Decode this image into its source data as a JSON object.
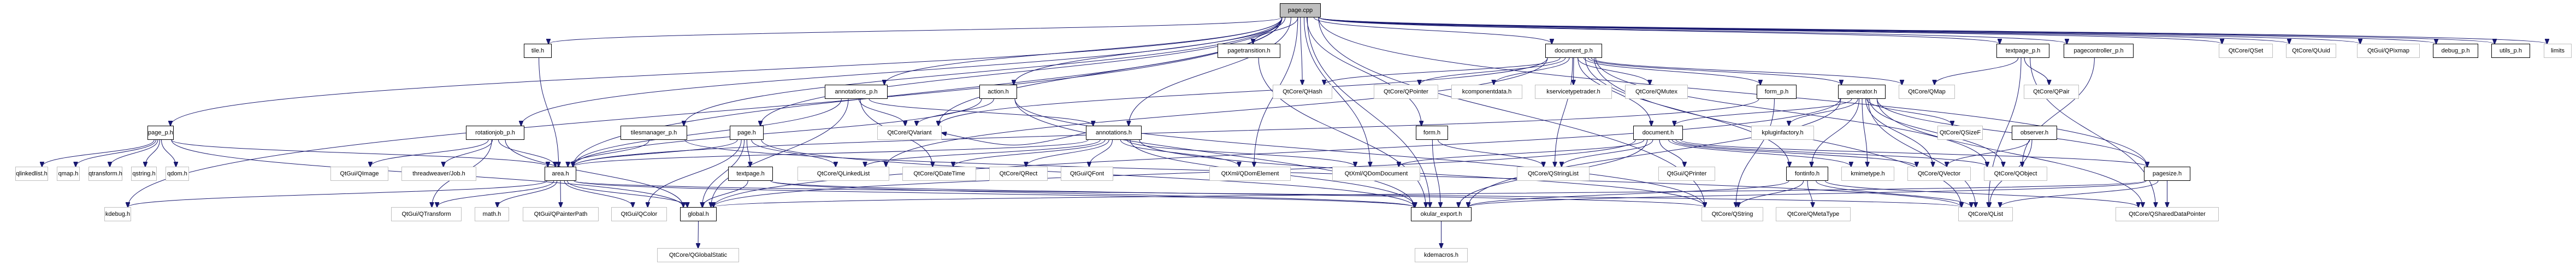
{
  "graph": {
    "title": "page.cpp",
    "edge_color": "#191970",
    "root_fill": "#bfbfbf",
    "local_border": "#000000",
    "external_border": "#bfbfbf",
    "nodes": [
      {
        "id": "page_cpp",
        "label": "page.cpp",
        "kind": "root"
      },
      {
        "id": "tile_h",
        "label": "tile.h",
        "kind": "local"
      },
      {
        "id": "pagetransition_h",
        "label": "pagetransition.h",
        "kind": "local"
      },
      {
        "id": "document_p_h",
        "label": "document_p.h",
        "kind": "local"
      },
      {
        "id": "textpage_p_h",
        "label": "textpage_p.h",
        "kind": "local"
      },
      {
        "id": "pagecontroller_p_h",
        "label": "pagecontroller_p.h",
        "kind": "local"
      },
      {
        "id": "QSet",
        "label": "QtCore/QSet",
        "kind": "external"
      },
      {
        "id": "QUuid",
        "label": "QtCore/QUuid",
        "kind": "external"
      },
      {
        "id": "QPixmap",
        "label": "QtGui/QPixmap",
        "kind": "external"
      },
      {
        "id": "debug_p_h",
        "label": "debug_p.h",
        "kind": "local"
      },
      {
        "id": "utils_p_h",
        "label": "utils_p.h",
        "kind": "local"
      },
      {
        "id": "limits",
        "label": "limits",
        "kind": "external"
      },
      {
        "id": "annotations_p_h",
        "label": "annotations_p.h",
        "kind": "local"
      },
      {
        "id": "action_h",
        "label": "action.h",
        "kind": "local"
      },
      {
        "id": "QHash",
        "label": "QtCore/QHash",
        "kind": "external"
      },
      {
        "id": "QPointer",
        "label": "QtCore/QPointer",
        "kind": "external"
      },
      {
        "id": "kcomponentdata_h",
        "label": "kcomponentdata.h",
        "kind": "external"
      },
      {
        "id": "kservicetypetrader_h",
        "label": "kservicetypetrader.h",
        "kind": "external"
      },
      {
        "id": "QMutex",
        "label": "QtCore/QMutex",
        "kind": "external"
      },
      {
        "id": "form_p_h",
        "label": "form_p.h",
        "kind": "local"
      },
      {
        "id": "generator_h",
        "label": "generator.h",
        "kind": "local"
      },
      {
        "id": "QMap",
        "label": "QtCore/QMap",
        "kind": "external"
      },
      {
        "id": "QPair",
        "label": "QtCore/QPair",
        "kind": "external"
      },
      {
        "id": "page_p_h",
        "label": "page_p.h",
        "kind": "local"
      },
      {
        "id": "rotationjob_p_h",
        "label": "rotationjob_p.h",
        "kind": "local"
      },
      {
        "id": "tilesmanager_p_h",
        "label": "tilesmanager_p.h",
        "kind": "local"
      },
      {
        "id": "page_h",
        "label": "page.h",
        "kind": "local"
      },
      {
        "id": "QVariant",
        "label": "QtCore/QVariant",
        "kind": "external"
      },
      {
        "id": "annotations_h",
        "label": "annotations.h",
        "kind": "local"
      },
      {
        "id": "form_h",
        "label": "form.h",
        "kind": "local"
      },
      {
        "id": "document_h",
        "label": "document.h",
        "kind": "local"
      },
      {
        "id": "kpluginfactory_h",
        "label": "kpluginfactory.h",
        "kind": "external"
      },
      {
        "id": "QSizeF",
        "label": "QtCore/QSizeF",
        "kind": "external"
      },
      {
        "id": "observer_h",
        "label": "observer.h",
        "kind": "local"
      },
      {
        "id": "qlinkedlist_h",
        "label": "qlinkedlist.h",
        "kind": "external"
      },
      {
        "id": "qmap_h",
        "label": "qmap.h",
        "kind": "external"
      },
      {
        "id": "qtransform_h",
        "label": "qtransform.h",
        "kind": "external"
      },
      {
        "id": "qstring_h",
        "label": "qstring.h",
        "kind": "external"
      },
      {
        "id": "qdom_h",
        "label": "qdom.h",
        "kind": "external"
      },
      {
        "id": "QImage",
        "label": "QtGui/QImage",
        "kind": "external"
      },
      {
        "id": "threadweaver_Job_h",
        "label": "threadweaver/Job.h",
        "kind": "external"
      },
      {
        "id": "area_h",
        "label": "area.h",
        "kind": "local"
      },
      {
        "id": "textpage_h",
        "label": "textpage.h",
        "kind": "local"
      },
      {
        "id": "QLinkedList",
        "label": "QtCore/QLinkedList",
        "kind": "external"
      },
      {
        "id": "QDateTime",
        "label": "QtCore/QDateTime",
        "kind": "external"
      },
      {
        "id": "QRect",
        "label": "QtCore/QRect",
        "kind": "external"
      },
      {
        "id": "QFont",
        "label": "QtGui/QFont",
        "kind": "external"
      },
      {
        "id": "QDomElement",
        "label": "QtXml/QDomElement",
        "kind": "external"
      },
      {
        "id": "QDomDocument",
        "label": "QtXml/QDomDocument",
        "kind": "external"
      },
      {
        "id": "QStringList",
        "label": "QtCore/QStringList",
        "kind": "external"
      },
      {
        "id": "QPrinter",
        "label": "QtGui/QPrinter",
        "kind": "external"
      },
      {
        "id": "fontinfo_h",
        "label": "fontinfo.h",
        "kind": "local"
      },
      {
        "id": "kmimetype_h",
        "label": "kmimetype.h",
        "kind": "external"
      },
      {
        "id": "QVector",
        "label": "QtCore/QVector",
        "kind": "external"
      },
      {
        "id": "QObject",
        "label": "QtCore/QObject",
        "kind": "external"
      },
      {
        "id": "pagesize_h",
        "label": "pagesize.h",
        "kind": "local"
      },
      {
        "id": "kdebug_h",
        "label": "kdebug.h",
        "kind": "external"
      },
      {
        "id": "QTransform",
        "label": "QtGui/QTransform",
        "kind": "external"
      },
      {
        "id": "math_h",
        "label": "math.h",
        "kind": "external"
      },
      {
        "id": "QPainterPath",
        "label": "QtGui/QPainterPath",
        "kind": "external"
      },
      {
        "id": "QColor",
        "label": "QtGui/QColor",
        "kind": "external"
      },
      {
        "id": "global_h",
        "label": "global.h",
        "kind": "local"
      },
      {
        "id": "okular_export_h",
        "label": "okular_export.h",
        "kind": "local"
      },
      {
        "id": "QString",
        "label": "QtCore/QString",
        "kind": "external"
      },
      {
        "id": "QMetaType",
        "label": "QtCore/QMetaType",
        "kind": "external"
      },
      {
        "id": "QList",
        "label": "QtCore/QList",
        "kind": "external"
      },
      {
        "id": "QSharedDataPointer",
        "label": "QtCore/QSharedDataPointer",
        "kind": "external"
      },
      {
        "id": "QGlobalStatic",
        "label": "QtCore/QGlobalStatic",
        "kind": "external"
      },
      {
        "id": "kdemacros_h",
        "label": "kdemacros.h",
        "kind": "external"
      }
    ],
    "edges": [
      [
        "page_cpp",
        "tile_h"
      ],
      [
        "page_cpp",
        "pagetransition_h"
      ],
      [
        "page_cpp",
        "document_p_h"
      ],
      [
        "page_cpp",
        "textpage_p_h"
      ],
      [
        "page_cpp",
        "pagecontroller_p_h"
      ],
      [
        "page_cpp",
        "QSet"
      ],
      [
        "page_cpp",
        "QUuid"
      ],
      [
        "page_cpp",
        "QPixmap"
      ],
      [
        "page_cpp",
        "debug_p_h"
      ],
      [
        "page_cpp",
        "utils_p_h"
      ],
      [
        "page_cpp",
        "limits"
      ],
      [
        "page_cpp",
        "annotations_p_h"
      ],
      [
        "page_cpp",
        "action_h"
      ],
      [
        "page_cpp",
        "QHash"
      ],
      [
        "page_cpp",
        "page_p_h"
      ],
      [
        "page_cpp",
        "rotationjob_p_h"
      ],
      [
        "page_cpp",
        "tilesmanager_p_h"
      ],
      [
        "page_cpp",
        "page_h"
      ],
      [
        "page_cpp",
        "QVariant"
      ],
      [
        "page_cpp",
        "annotations_h"
      ],
      [
        "page_cpp",
        "form_h"
      ],
      [
        "page_cpp",
        "area_h"
      ],
      [
        "page_cpp",
        "QDomElement"
      ],
      [
        "page_cpp",
        "QDomDocument"
      ],
      [
        "page_cpp",
        "kdebug_h"
      ],
      [
        "page_cpp",
        "pagesize_h"
      ],
      [
        "page_cpp",
        "QString"
      ],
      [
        "page_cpp",
        "okular_export_h"
      ],
      [
        "tile_h",
        "area_h"
      ],
      [
        "pagetransition_h",
        "okular_export_h"
      ],
      [
        "document_p_h",
        "QHash"
      ],
      [
        "document_p_h",
        "QPointer"
      ],
      [
        "document_p_h",
        "kcomponentdata_h"
      ],
      [
        "document_p_h",
        "kservicetypetrader_h"
      ],
      [
        "document_p_h",
        "QMutex"
      ],
      [
        "document_p_h",
        "form_p_h"
      ],
      [
        "document_p_h",
        "generator_h"
      ],
      [
        "document_p_h",
        "QMap"
      ],
      [
        "document_p_h",
        "document_h"
      ],
      [
        "document_p_h",
        "QStringList"
      ],
      [
        "document_p_h",
        "QObject"
      ],
      [
        "document_p_h",
        "fontinfo_h"
      ],
      [
        "document_p_h",
        "QList"
      ],
      [
        "document_p_h",
        "QVariant"
      ],
      [
        "document_p_h",
        "QLinkedList"
      ],
      [
        "textpage_p_h",
        "QMap"
      ],
      [
        "textpage_p_h",
        "QPair"
      ],
      [
        "textpage_p_h",
        "QList"
      ],
      [
        "textpage_p_h",
        "QSharedDataPointer"
      ],
      [
        "pagecontroller_p_h",
        "QObject"
      ],
      [
        "annotations_p_h",
        "QVariant"
      ],
      [
        "annotations_p_h",
        "annotations_h"
      ],
      [
        "annotations_p_h",
        "area_h"
      ],
      [
        "annotations_p_h",
        "QDateTime"
      ],
      [
        "annotations_p_h",
        "global_h"
      ],
      [
        "action_h",
        "QVariant"
      ],
      [
        "action_h",
        "area_h"
      ],
      [
        "action_h",
        "okular_export_h"
      ],
      [
        "action_h",
        "QString"
      ],
      [
        "form_p_h",
        "QString"
      ],
      [
        "form_p_h",
        "area_h"
      ],
      [
        "generator_h",
        "document_h"
      ],
      [
        "generator_h",
        "kpluginfactory_h"
      ],
      [
        "generator_h",
        "QSizeF"
      ],
      [
        "generator_h",
        "fontinfo_h"
      ],
      [
        "generator_h",
        "kmimetype_h"
      ],
      [
        "generator_h",
        "QVector"
      ],
      [
        "generator_h",
        "QObject"
      ],
      [
        "generator_h",
        "pagesize_h"
      ],
      [
        "generator_h",
        "QList"
      ],
      [
        "generator_h",
        "QSharedDataPointer"
      ],
      [
        "generator_h",
        "okular_export_h"
      ],
      [
        "generator_h",
        "global_h"
      ],
      [
        "page_p_h",
        "qlinkedlist_h"
      ],
      [
        "page_p_h",
        "qmap_h"
      ],
      [
        "page_p_h",
        "qtransform_h"
      ],
      [
        "page_p_h",
        "qstring_h"
      ],
      [
        "page_p_h",
        "qdom_h"
      ],
      [
        "page_p_h",
        "area_h"
      ],
      [
        "page_p_h",
        "global_h"
      ],
      [
        "rotationjob_p_h",
        "QImage"
      ],
      [
        "rotationjob_p_h",
        "threadweaver_Job_h"
      ],
      [
        "rotationjob_p_h",
        "area_h"
      ],
      [
        "rotationjob_p_h",
        "QTransform"
      ],
      [
        "rotationjob_p_h",
        "global_h"
      ],
      [
        "tilesmanager_p_h",
        "area_h"
      ],
      [
        "tilesmanager_p_h",
        "QList"
      ],
      [
        "page_h",
        "area_h"
      ],
      [
        "page_h",
        "textpage_h"
      ],
      [
        "page_h",
        "global_h"
      ],
      [
        "page_h",
        "QLinkedList"
      ],
      [
        "page_h",
        "okular_export_h"
      ],
      [
        "page_h",
        "QColor"
      ],
      [
        "annotations_h",
        "QVariant"
      ],
      [
        "annotations_h",
        "QLinkedList"
      ],
      [
        "annotations_h",
        "QDateTime"
      ],
      [
        "annotations_h",
        "QRect"
      ],
      [
        "annotations_h",
        "QFont"
      ],
      [
        "annotations_h",
        "QDomElement"
      ],
      [
        "annotations_h",
        "QDomDocument"
      ],
      [
        "annotations_h",
        "area_h"
      ],
      [
        "annotations_h",
        "okular_export_h"
      ],
      [
        "annotations_h",
        "QString"
      ],
      [
        "form_h",
        "QStringList"
      ],
      [
        "form_h",
        "okular_export_h"
      ],
      [
        "document_h",
        "QStringList"
      ],
      [
        "document_h",
        "QPrinter"
      ],
      [
        "document_h",
        "kmimetype_h"
      ],
      [
        "document_h",
        "QVector"
      ],
      [
        "document_h",
        "QObject"
      ],
      [
        "document_h",
        "pagesize_h"
      ],
      [
        "document_h",
        "okular_export_h"
      ],
      [
        "document_h",
        "global_h"
      ],
      [
        "document_h",
        "QDomDocument"
      ],
      [
        "observer_h",
        "QVector"
      ],
      [
        "observer_h",
        "QList"
      ],
      [
        "area_h",
        "kdebug_h"
      ],
      [
        "area_h",
        "QTransform"
      ],
      [
        "area_h",
        "math_h"
      ],
      [
        "area_h",
        "QPainterPath"
      ],
      [
        "area_h",
        "QColor"
      ],
      [
        "area_h",
        "global_h"
      ],
      [
        "area_h",
        "okular_export_h"
      ],
      [
        "area_h",
        "QList"
      ],
      [
        "textpage_h",
        "global_h"
      ],
      [
        "textpage_h",
        "okular_export_h"
      ],
      [
        "textpage_h",
        "QString"
      ],
      [
        "fontinfo_h",
        "QString"
      ],
      [
        "fontinfo_h",
        "QMetaType"
      ],
      [
        "fontinfo_h",
        "QSharedDataPointer"
      ],
      [
        "fontinfo_h",
        "okular_export_h"
      ],
      [
        "fontinfo_h",
        "QList"
      ],
      [
        "pagesize_h",
        "QSharedDataPointer"
      ],
      [
        "pagesize_h",
        "QList"
      ],
      [
        "pagesize_h",
        "okular_export_h"
      ],
      [
        "pagesize_h",
        "global_h"
      ],
      [
        "global_h",
        "QGlobalStatic"
      ],
      [
        "okular_export_h",
        "kdemacros_h"
      ]
    ]
  }
}
